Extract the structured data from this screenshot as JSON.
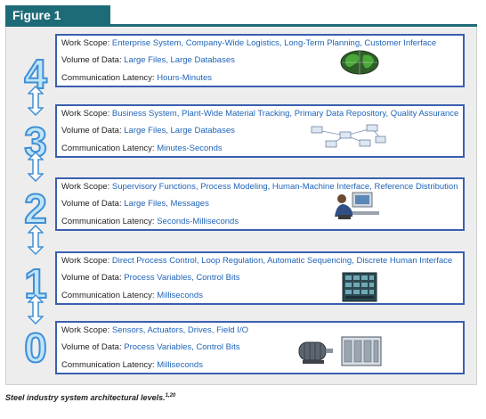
{
  "figure_label": "Figure 1",
  "caption": "Steel industry system architectural levels.",
  "caption_ref": "1,20",
  "field_labels": {
    "scope": "Work Scope:",
    "volume": "Volume of Data:",
    "latency": "Communication Latency:"
  },
  "levels": [
    {
      "number": "4",
      "work_scope": "Enterprise System, Company-Wide Logistics, Long-Term Planning, Customer Inferface",
      "volume": "Large Files, Large Databases",
      "latency": "Hours-Minutes",
      "image": "world-globe-icon"
    },
    {
      "number": "3",
      "work_scope": "Business System, Plant-Wide Material Tracking, Primary Data Repository, Quality Assurance",
      "volume": "Large Files, Large Databases",
      "latency": "Minutes-Seconds",
      "image": "computer-network-icon"
    },
    {
      "number": "2",
      "work_scope": "Supervisory Functions, Process Modeling, Human-Machine Interface, Reference Distribution",
      "volume": "Large Files, Messages",
      "latency": "Seconds-Milliseconds",
      "image": "operator-workstation-icon"
    },
    {
      "number": "1",
      "work_scope": "Direct Process Control, Loop Regulation, Automatic Sequencing, Discrete Human Interface",
      "volume": "Process Variables, Control Bits",
      "latency": "Milliseconds",
      "image": "control-cabinet-icon"
    },
    {
      "number": "0",
      "work_scope": "Sensors, Actuators, Drives, Field I/O",
      "volume": "Process Variables, Control Bits",
      "latency": "Milliseconds",
      "image": "motor-and-drive-icon"
    }
  ],
  "colors": {
    "header": "#1e6b78",
    "box_border": "#3a5fb0",
    "value_text": "#1f64b8",
    "level_fill": "#bfe4f6",
    "level_stroke": "#3f8fd6"
  }
}
